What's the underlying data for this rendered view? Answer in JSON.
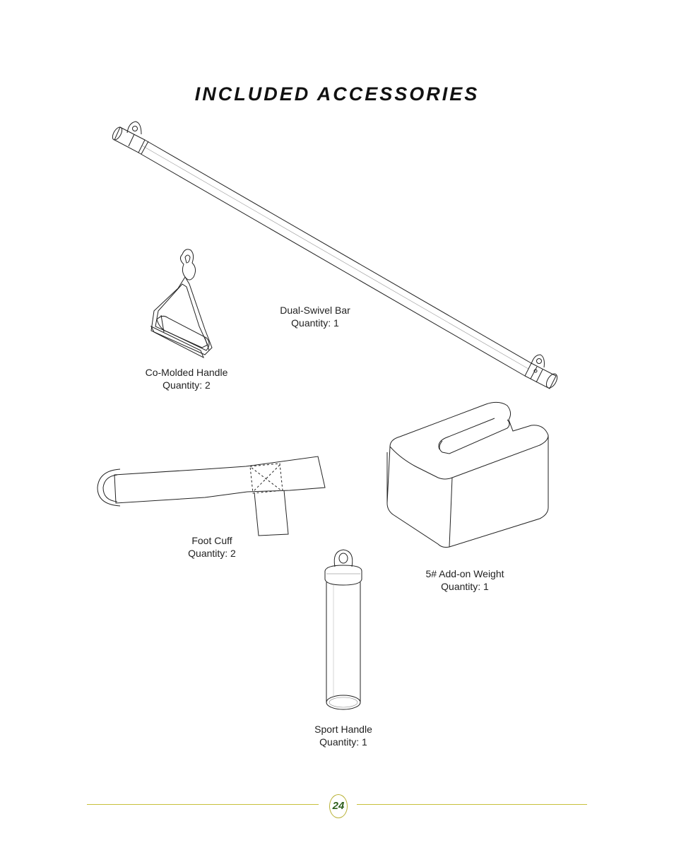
{
  "page": {
    "title": "INCLUDED ACCESSORIES",
    "page_number": "24"
  },
  "accessories": {
    "dual_swivel_bar": {
      "name": "Dual-Swivel Bar",
      "quantity": "Quantity: 1",
      "icon": "dual-swivel-bar-illustration"
    },
    "co_molded_handle": {
      "name": "Co-Molded Handle",
      "quantity": "Quantity: 2",
      "icon": "co-molded-handle-illustration"
    },
    "foot_cuff": {
      "name": "Foot Cuff",
      "quantity": "Quantity: 2",
      "icon": "foot-cuff-illustration"
    },
    "add_on_weight": {
      "name": "5# Add-on Weight",
      "quantity": "Quantity: 1",
      "icon": "add-on-weight-illustration"
    },
    "sport_handle": {
      "name": "Sport Handle",
      "quantity": "Quantity: 1",
      "icon": "sport-handle-illustration"
    }
  },
  "colors": {
    "rule": "#c8c03c",
    "page_number_ring": "#b9b236",
    "page_number_text": "#2e5e1c"
  }
}
